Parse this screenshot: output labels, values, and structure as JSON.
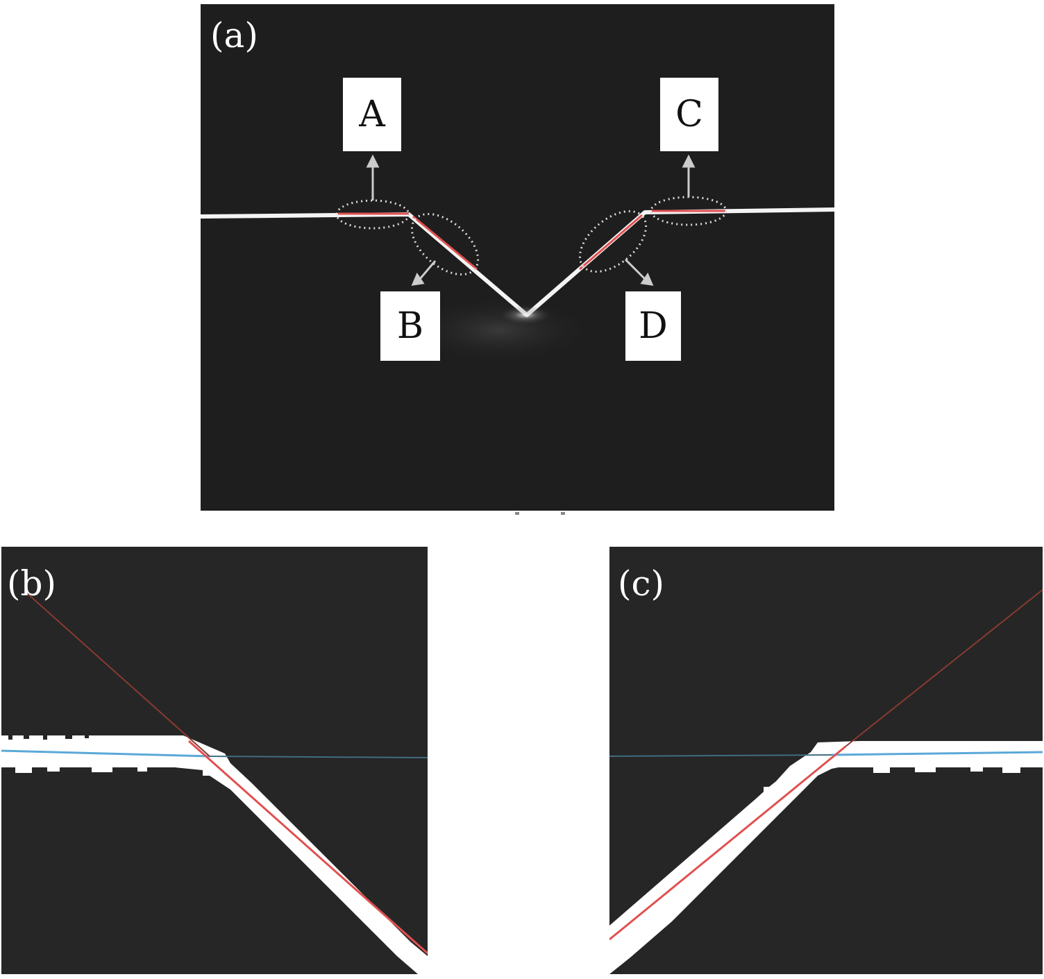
{
  "panels": {
    "a": {
      "label": "(a)"
    },
    "b": {
      "label": "(b)"
    },
    "c": {
      "label": "(c)"
    }
  },
  "callouts": {
    "A": "A",
    "B": "B",
    "C": "C",
    "D": "D"
  },
  "colors": {
    "background": "#1e1e1e",
    "laser_line": "#ffffff",
    "fit_line_red": "#e05050",
    "fit_line_blue": "#5aa8d8",
    "dotted_ellipse": "#dddddd"
  }
}
